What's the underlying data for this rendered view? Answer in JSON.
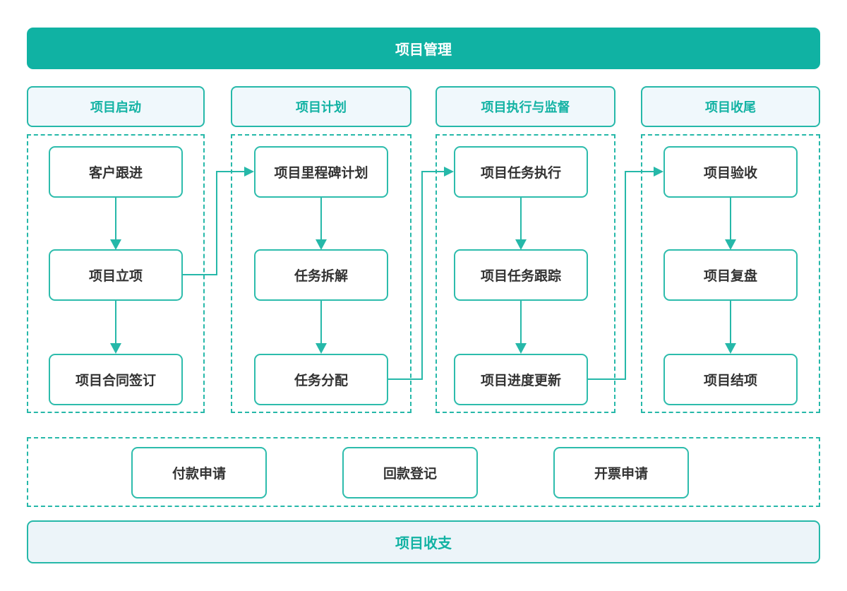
{
  "page": {
    "title": "项目管理",
    "footer": "项目收支"
  },
  "columns": [
    {
      "header": "项目启动",
      "steps": [
        "客户跟进",
        "项目立项",
        "项目合同签订"
      ]
    },
    {
      "header": "项目计划",
      "steps": [
        "项目里程碑计划",
        "任务拆解",
        "任务分配"
      ]
    },
    {
      "header": "项目执行与监督",
      "steps": [
        "项目任务执行",
        "项目任务跟踪",
        "项目进度更新"
      ]
    },
    {
      "header": "项目收尾",
      "steps": [
        "项目验收",
        "项目复盘",
        "项目结项"
      ]
    }
  ],
  "finance_items": [
    "付款申请",
    "回款登记",
    "开票申请"
  ],
  "colors": {
    "banner_bg": "#10b2a3",
    "line": "#26b8a9",
    "box_border": "#2dbcac",
    "header_bg": "#f0f8fc",
    "footer_bg": "#ecf4f9",
    "header_text": "#12b2a3",
    "box_text": "#333333",
    "banner_text": "#ffffff"
  }
}
